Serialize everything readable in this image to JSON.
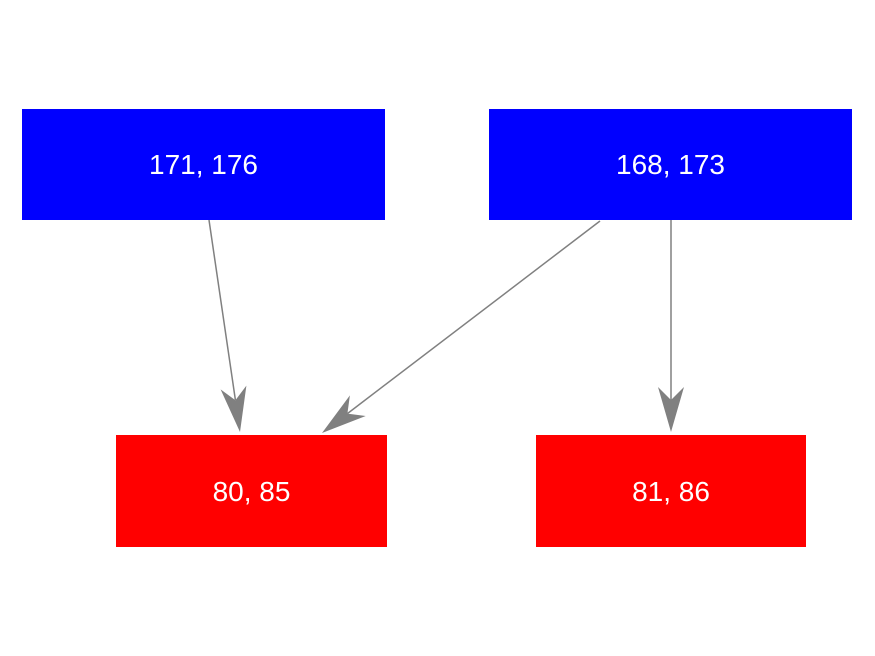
{
  "diagram": {
    "type": "directed-graph",
    "background_color": "#ffffff",
    "edge_color": "#808080",
    "label_color": "#ffffff",
    "nodes": [
      {
        "id": "node-171-176",
        "label": "171, 176",
        "color": "#0000ff",
        "row": "top"
      },
      {
        "id": "node-168-173",
        "label": "168, 173",
        "color": "#0000ff",
        "row": "top"
      },
      {
        "id": "node-80-85",
        "label": "80, 85",
        "color": "#ff0000",
        "row": "bottom"
      },
      {
        "id": "node-81-86",
        "label": "81, 86",
        "color": "#ff0000",
        "row": "bottom"
      }
    ],
    "edges": [
      {
        "from": "171, 176",
        "to": "80, 85"
      },
      {
        "from": "168, 173",
        "to": "80, 85"
      },
      {
        "from": "168, 173",
        "to": "81, 86"
      }
    ]
  }
}
